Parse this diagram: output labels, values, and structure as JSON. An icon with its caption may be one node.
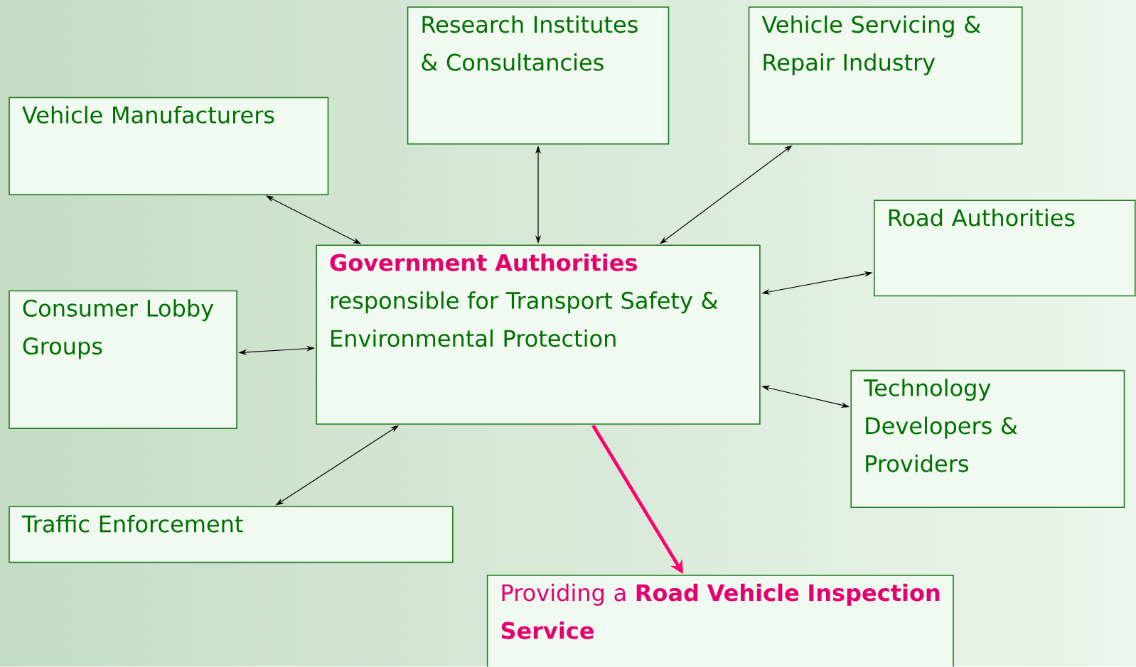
{
  "diagram": {
    "nodes": [
      {
        "text": [
          "Research Institutes & Consultancies"
        ]
      },
      {
        "text": [
          "Vehicle Servicing & Repair Industry"
        ]
      },
      {
        "text": [
          "Vehicle Manufacturers"
        ]
      },
      {
        "text": [
          "Road Authorities"
        ]
      },
      {
        "text": [
          "Consumer Lobby Groups"
        ]
      },
      {
        "text": [
          "Government Authorities",
          "responsible for Transport Safety & Environmental Protection"
        ]
      },
      {
        "text": [
          "Technology Developers & Providers"
        ]
      },
      {
        "text": [
          "Traffic Enforcement"
        ]
      },
      {
        "text": [
          "Providing a **Road Vehicle Inspection Service**"
        ]
      }
    ],
    "edges": [
      {
        "from": 5,
        "to": 0,
        "arrow": "both"
      },
      {
        "from": 5,
        "to": 1,
        "arrow": "both"
      },
      {
        "from": 5,
        "to": 2,
        "arrow": "both"
      },
      {
        "from": 5,
        "to": 3,
        "arrow": "both"
      },
      {
        "from": 5,
        "to": 4,
        "arrow": "both"
      },
      {
        "from": 5,
        "to": 6,
        "arrow": "both"
      },
      {
        "from": 5,
        "to": 7,
        "arrow": "both"
      },
      {
        "from": 5,
        "to": 8,
        "arrow": "to",
        "style": "thick",
        "color": "#ff0066"
      }
    ]
  }
}
